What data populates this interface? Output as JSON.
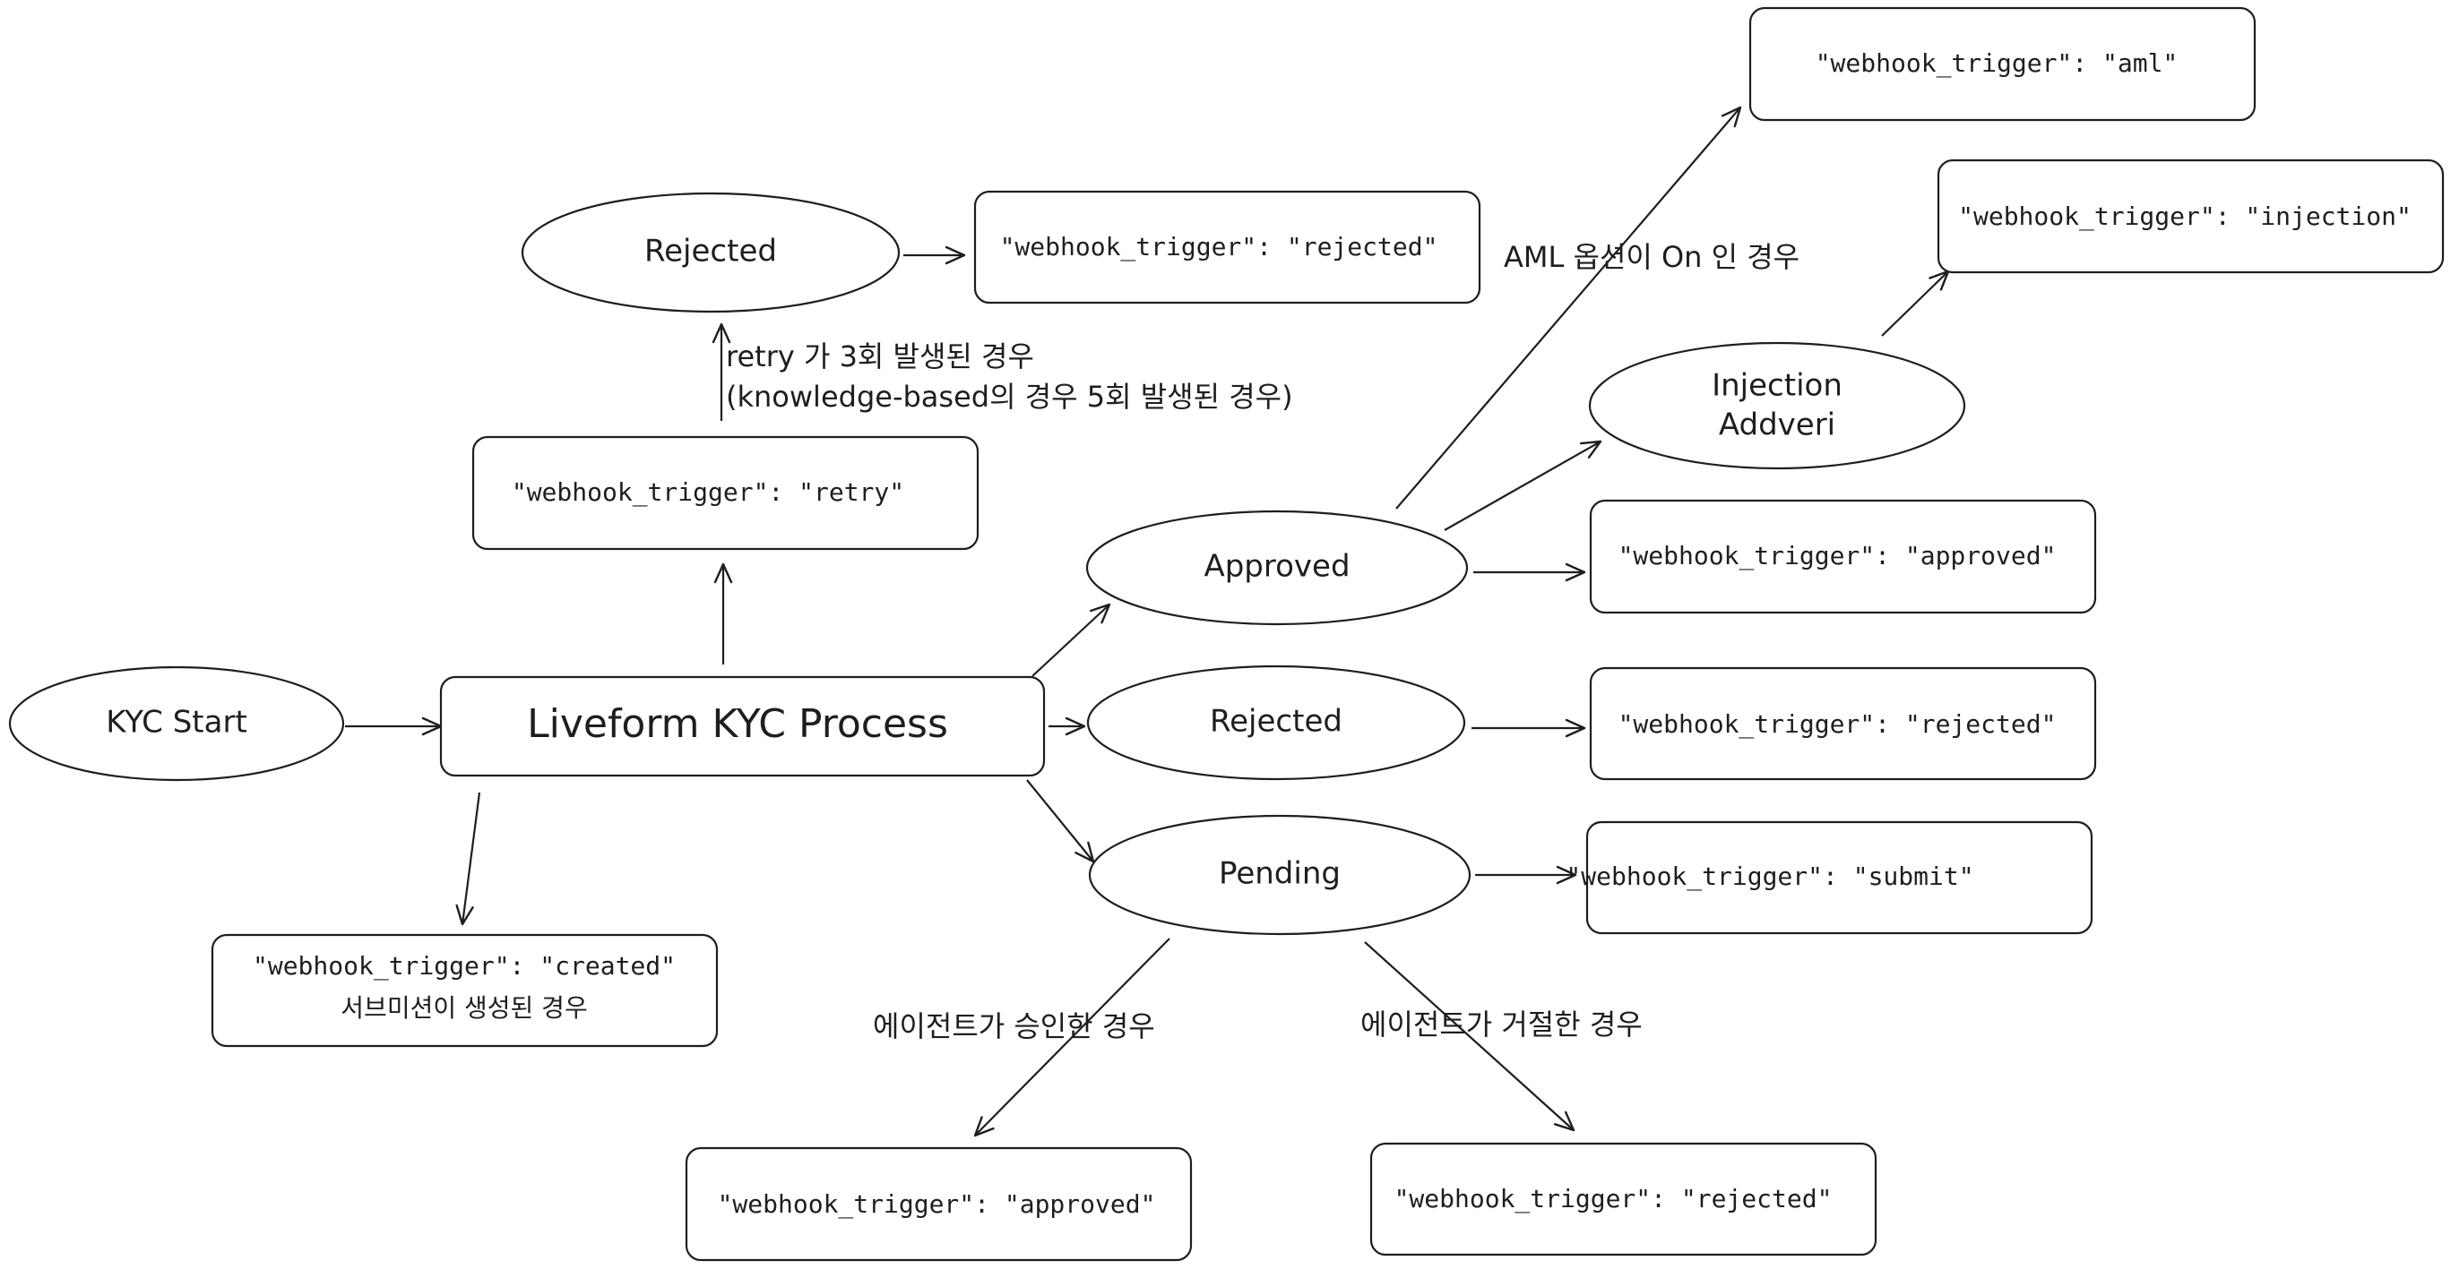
{
  "nodes": {
    "kyc_start": "KYC Start",
    "process": "Liveform KYC Process",
    "approved": "Approved",
    "rejected_mid": "Rejected",
    "pending": "Pending",
    "rejected_top": "Rejected",
    "injection_line1": "Injection",
    "injection_line2": "Addveri"
  },
  "webhooks": {
    "created_line1": "\"webhook_trigger\": \"created\"",
    "created_line2": "서브미션이 생성된 경우",
    "retry": "\"webhook_trigger\": \"retry\"",
    "rejected_top": "\"webhook_trigger\": \"rejected\"",
    "aml": "\"webhook_trigger\": \"aml\"",
    "injection": "\"webhook_trigger\": \"injection\"",
    "approved": "\"webhook_trigger\": \"approved\"",
    "rejected_mid": "\"webhook_trigger\": \"rejected\"",
    "submit": "\"webhook_trigger\": \"submit\"",
    "agent_approved": "\"webhook_trigger\": \"approved\"",
    "agent_rejected": "\"webhook_trigger\": \"rejected\""
  },
  "edge_labels": {
    "retry_line1": "retry 가 3회 발생된 경우",
    "retry_line2": "(knowledge-based의 경우 5회 발생된 경우)",
    "aml": "AML 옵션이 On 인 경우",
    "agent_approve": "에이전트가 승인한 경우",
    "agent_reject": "에이전트가 거절한 경우"
  },
  "colors": {
    "stroke": "#1e1e1e",
    "background": "#ffffff"
  }
}
